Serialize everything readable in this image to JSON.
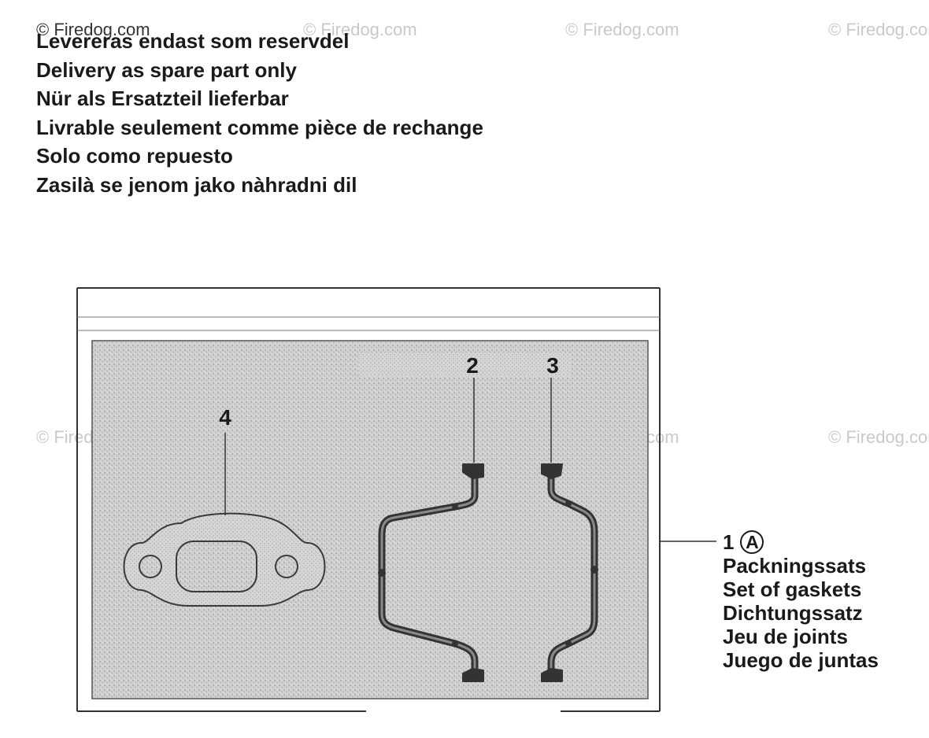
{
  "watermark": {
    "text": "© Firedog.com"
  },
  "notice_lines": [
    "Levereras endast som reservdel",
    "Delivery as spare part only",
    "Nür als Ersatzteil lieferbar",
    "Livrable seulement comme pièce de rechange",
    "Solo como repuesto",
    "Zasilà se jenom jako nàhradni dil"
  ],
  "callouts": {
    "part_4": "4",
    "part_2": "2",
    "part_3": "3"
  },
  "legend": {
    "ref_number": "1",
    "ref_letter": "A",
    "names": [
      "Packningssats",
      "Set of gaskets",
      "Dichtungssatz",
      "Jeu de joints",
      "Juego de juntas"
    ]
  }
}
